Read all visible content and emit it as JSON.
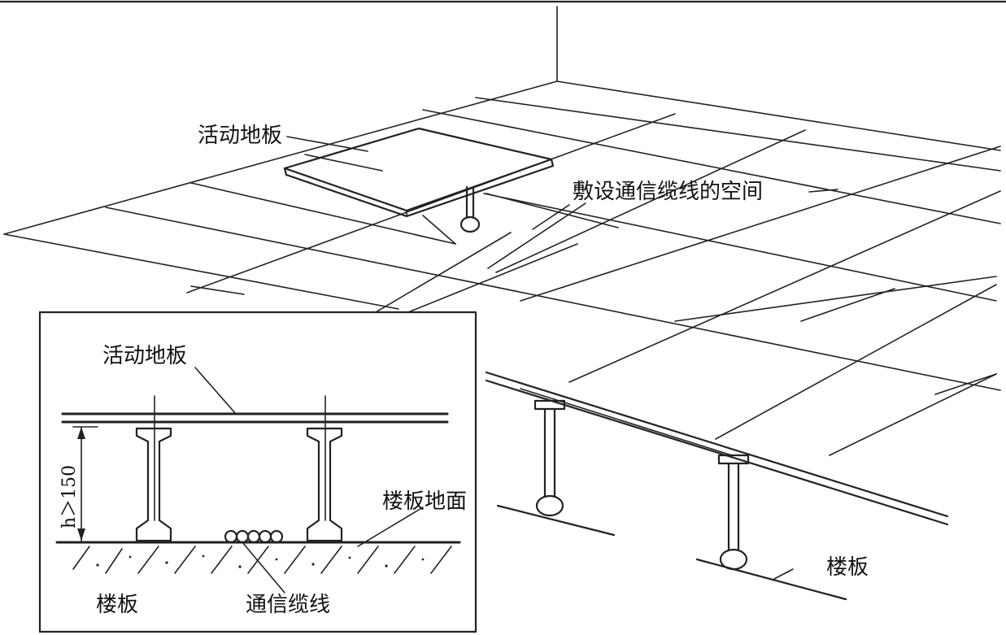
{
  "labels": {
    "top_floor_panel": "活动地板",
    "cable_space": "敷设通信缆线的空间",
    "inset_floor_panel": "活动地板",
    "floor_surface": "楼板地面",
    "inset_slab": "楼板",
    "comm_cables": "通信缆线",
    "slab": "楼板",
    "height_dim": "h＞150"
  }
}
